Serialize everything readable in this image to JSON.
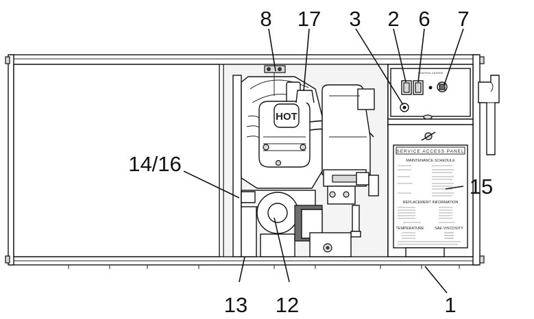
{
  "callouts": {
    "c8": "8",
    "c17": "17",
    "c3": "3",
    "c2": "2",
    "c6": "6",
    "c7": "7",
    "c1416": "14/16",
    "c15": "15",
    "c13": "13",
    "c12": "12",
    "c1": "1"
  },
  "engine": {
    "hot_label": "HOT"
  },
  "control_center": {
    "title": "CONTROL CENTER"
  },
  "service_panel": {
    "title": "SERVICE ACCESS PANEL",
    "maintenance_heading": "MAINTENANCE SCHEDULE",
    "replacement_heading": "REPLACEMENT INFORMATION",
    "temperature_heading": "TEMPERATURE",
    "viscosity_heading": "SAE VISCOSITY"
  }
}
